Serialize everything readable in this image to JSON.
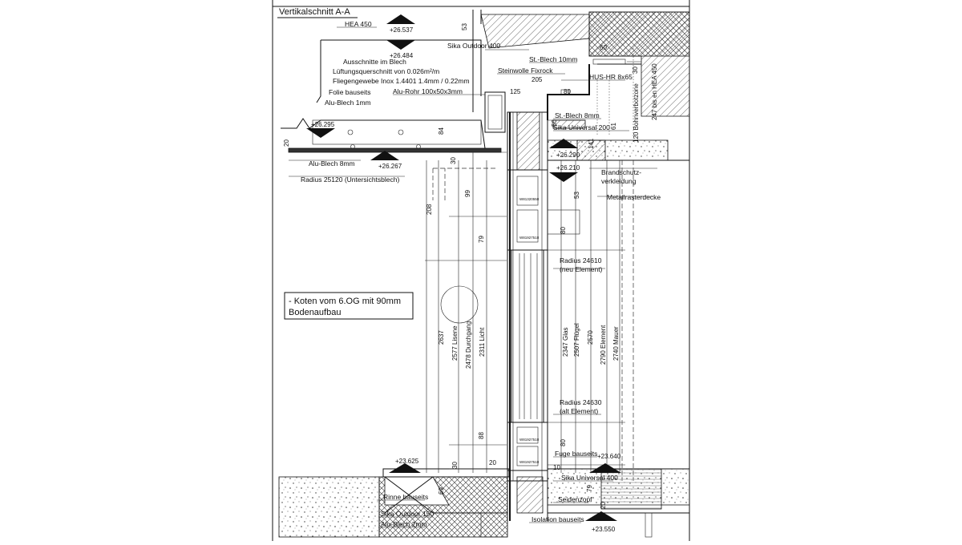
{
  "drawing": {
    "title": "Vertikalschnitt A-A",
    "note_line1": "- Koten vom 6.OG mit 90mm",
    "note_line2": "Bodenaufbau"
  },
  "levels": [
    {
      "id": "l1",
      "text": "+26.537"
    },
    {
      "id": "l2",
      "text": "+26.484"
    },
    {
      "id": "l3",
      "text": "+26.295"
    },
    {
      "id": "l4",
      "text": "+26.267"
    },
    {
      "id": "l5",
      "text": "+26.290"
    },
    {
      "id": "l6",
      "text": "+26.210"
    },
    {
      "id": "l7",
      "text": "+23.625"
    },
    {
      "id": "l8",
      "text": "+23.640"
    },
    {
      "id": "l9",
      "text": "+23.550"
    }
  ],
  "labels": [
    {
      "id": "hea450",
      "text": "HEA 450"
    },
    {
      "id": "ausschnitte",
      "text": "Ausschnitte im Blech"
    },
    {
      "id": "lueftung",
      "text": "Lüftungsquerschnitt von 0.026m²/m"
    },
    {
      "id": "fliegen",
      "text": "Fliegengewebe Inox 1.4401 1.4mm / 0.22mm"
    },
    {
      "id": "folie",
      "text": "Folie bauseits"
    },
    {
      "id": "alublech1",
      "text": "Alu-Blech 1mm"
    },
    {
      "id": "alurohr",
      "text": "Alu-Rohr 100x50x3mm"
    },
    {
      "id": "sika400",
      "text": "Sika Outdoor 400"
    },
    {
      "id": "stblech10",
      "text": "St.-Blech 10mm"
    },
    {
      "id": "steinwolle",
      "text": "Steinwolle Fixrock"
    },
    {
      "id": "hushr",
      "text": "HUS-HR 8x65"
    },
    {
      "id": "stblech8",
      "text": "St.-Blech 8mm"
    },
    {
      "id": "sikauni200",
      "text": "Sika Universal 200"
    },
    {
      "id": "alublech8",
      "text": "Alu-Blech 8mm"
    },
    {
      "id": "radius25120",
      "text": "Radius 25120 (Untersichtsblech)"
    },
    {
      "id": "brandschutz1",
      "text": "Brandschutz-"
    },
    {
      "id": "brandschutz2",
      "text": "verkleidung"
    },
    {
      "id": "metallraster",
      "text": "Metallrasterdecke"
    },
    {
      "id": "radius24610a",
      "text": "Radius 24610"
    },
    {
      "id": "radius24610b",
      "text": "(neu Element)"
    },
    {
      "id": "radius24630a",
      "text": "Radius 24630"
    },
    {
      "id": "radius24630b",
      "text": "(alt Element)"
    },
    {
      "id": "fuge",
      "text": "Fuge bauseits"
    },
    {
      "id": "sikauni400",
      "text": "Sika Universal 400"
    },
    {
      "id": "seidenzopf",
      "text": "Seidenzopf"
    },
    {
      "id": "isolation",
      "text": "Isolation bauseits"
    },
    {
      "id": "rinne",
      "text": "Rinne bauseits"
    },
    {
      "id": "sika150",
      "text": "Sika Outdoor 150"
    },
    {
      "id": "alublech2",
      "text": "Alu-Blech 2mm"
    }
  ],
  "dimensions": [
    {
      "id": "d53a",
      "text": "53"
    },
    {
      "id": "d60",
      "text": "60"
    },
    {
      "id": "d205",
      "text": "205"
    },
    {
      "id": "d125",
      "text": "125"
    },
    {
      "id": "d80a",
      "text": "80"
    },
    {
      "id": "d30a",
      "text": "30"
    },
    {
      "id": "d50",
      "text": "50"
    },
    {
      "id": "d61",
      "text": "61"
    },
    {
      "id": "d141",
      "text": "141"
    },
    {
      "id": "d120",
      "text": "120 Bohnverbotzone"
    },
    {
      "id": "d247",
      "text": "247 bis en HEA 450"
    },
    {
      "id": "d84",
      "text": "84"
    },
    {
      "id": "d20a",
      "text": "20"
    },
    {
      "id": "d30b",
      "text": "30"
    },
    {
      "id": "d99",
      "text": "99"
    },
    {
      "id": "d53b",
      "text": "53"
    },
    {
      "id": "d208",
      "text": "208"
    },
    {
      "id": "d79a",
      "text": "79"
    },
    {
      "id": "d80b",
      "text": "80"
    },
    {
      "id": "d2637",
      "text": "2637"
    },
    {
      "id": "d2577",
      "text": "2577 Lisene"
    },
    {
      "id": "d2478",
      "text": "2478 Durchgang"
    },
    {
      "id": "d2311",
      "text": "2311 Licht"
    },
    {
      "id": "d2347",
      "text": "2347 Glas"
    },
    {
      "id": "d2507",
      "text": "2507 Flügel"
    },
    {
      "id": "d2570",
      "text": "2570"
    },
    {
      "id": "d2790",
      "text": "2790 Element"
    },
    {
      "id": "d2740",
      "text": "2740 Mauer"
    },
    {
      "id": "d88",
      "text": "88"
    },
    {
      "id": "d80c",
      "text": "80"
    },
    {
      "id": "d30c",
      "text": "30"
    },
    {
      "id": "d20b",
      "text": "20"
    },
    {
      "id": "d10",
      "text": "10"
    },
    {
      "id": "d69",
      "text": "69"
    },
    {
      "id": "d79b",
      "text": "79"
    },
    {
      "id": "d20c",
      "text": "20"
    }
  ],
  "profile_codes": [
    {
      "id": "p1",
      "text": "W81320550"
    },
    {
      "id": "p2",
      "text": "W81927510"
    },
    {
      "id": "p3",
      "text": "W81927510"
    },
    {
      "id": "p4",
      "text": "W81927510"
    }
  ]
}
